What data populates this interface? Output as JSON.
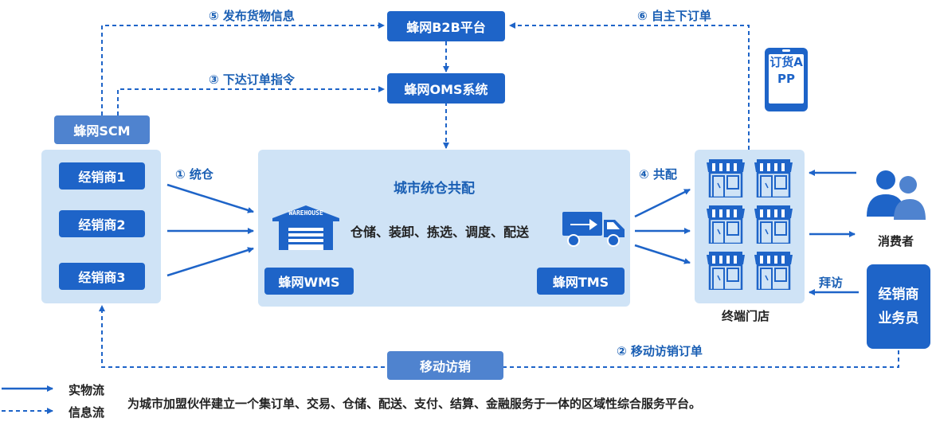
{
  "platform": {
    "b2b": "蜂网B2B平台",
    "oms": "蜂网OMS系统",
    "scm": "蜂网SCM"
  },
  "flows": {
    "publish": "⑤ 发布货物信息",
    "order_instruction": "③ 下达订单指令",
    "self_order": "⑥ 自主下订单",
    "unify": "① 统仓",
    "distribute": "④ 共配",
    "mobile_order": "② 移动访销订单",
    "visit": "拜访"
  },
  "distributors": [
    "经销商1",
    "经销商2",
    "经销商3"
  ],
  "warehouse": {
    "title": "城市统仓共配",
    "services": "仓储、装卸、拣选、调度、配送",
    "sign": "WAREHOUSE",
    "wms": "蜂网WMS",
    "tms": "蜂网TMS"
  },
  "stores": {
    "label": "终端门店"
  },
  "consumer": {
    "label": "消费者"
  },
  "salesman": {
    "label": "经销商业务员"
  },
  "app": {
    "label": "订货APP"
  },
  "mobile_sales": "移动访销",
  "legend": {
    "physical": "实物流",
    "info": "信息流"
  },
  "footer": "为城市加盟伙伴建立一个集订单、交易、仓储、配送、支付、结算、金融服务于一体的区域性综合服务平台。",
  "colors": {
    "primary": "#1e64c8",
    "light_panel": "#cfe3f6",
    "accent_text": "#1a5fb4"
  }
}
